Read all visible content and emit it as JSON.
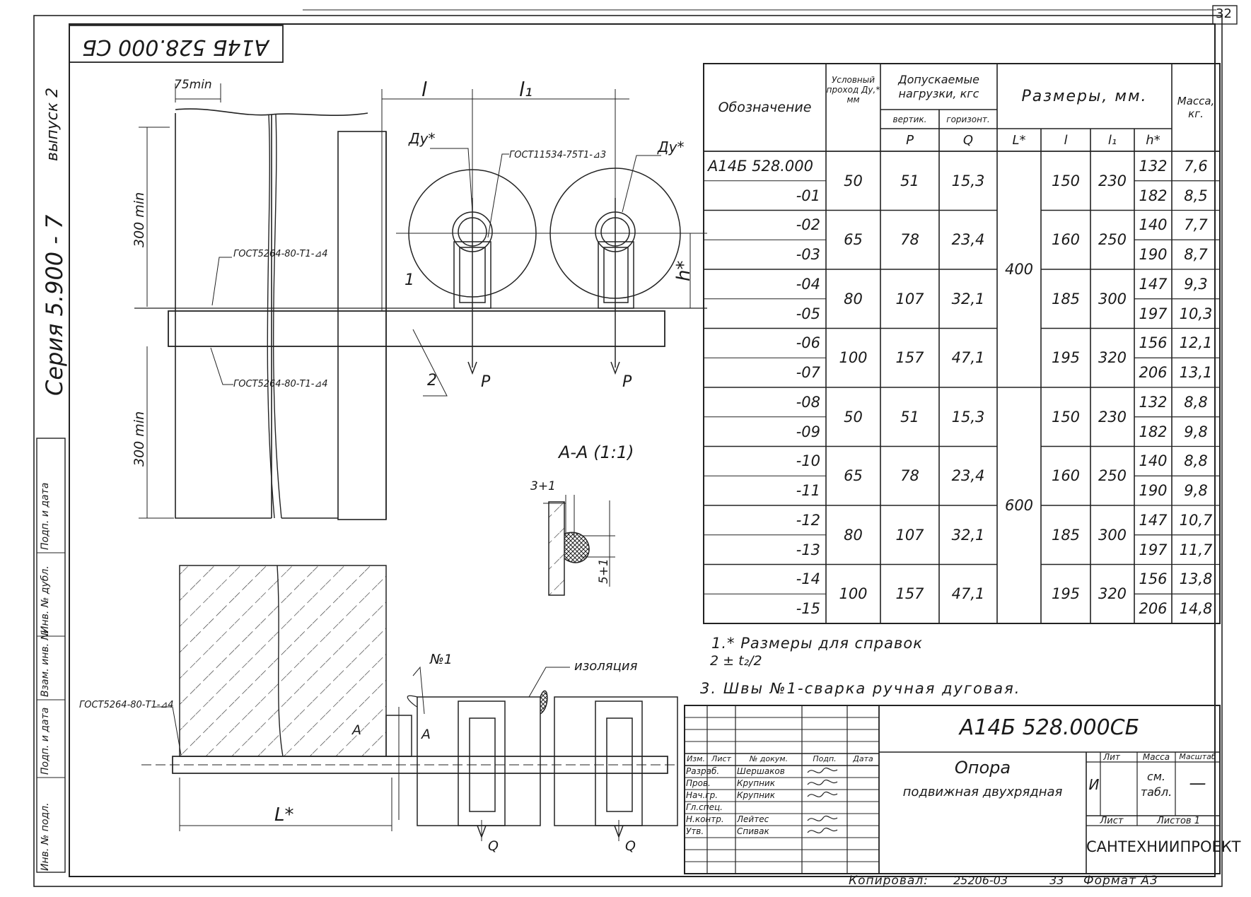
{
  "sheet": {
    "page_number": "32",
    "doc_code_top": "А14Б 528.000 СБ",
    "side_stamp": {
      "series": "Серия  5.900  -  7",
      "issue": "выпуск 2",
      "fields": [
        "Инв. № подл.",
        "Подп. и дата",
        "Взам. инв. №",
        "Инв. № дубл.",
        "Подп. и дата"
      ]
    }
  },
  "drawing_labels": {
    "dim_75min": "75min",
    "dim_300min_top": "300 min",
    "dim_300min_bottom": "300 min",
    "gost_weld_1": "ГОСТ5264-80-Т1-⊿4",
    "gost_weld_2": "ГОСТ5264-80-Т1-⊿4",
    "gost_weld_3": "ГОСТ5264-80-Т1-⊿4",
    "gost_weld_pipe": "ГОСТ11534-75Т1-⊿3",
    "du_left": "Ду*",
    "du_right": "Ду*",
    "dim_l": "l",
    "dim_l1": "l₁",
    "dim_h": "h*",
    "pos_1": "1",
    "pos_2": "2",
    "load_p_left": "P",
    "load_p_right": "P",
    "section_label": "А-А (1:1)",
    "sec_gap": "3+1",
    "sec_weld": "5+1",
    "weld_no": "№1",
    "insulation": "изоляция",
    "cut_a_left": "А",
    "cut_a_right": "А",
    "dim_L": "L*",
    "load_q_left": "Q",
    "load_q_right": "Q"
  },
  "table": {
    "headers": {
      "designation": "Обозначение",
      "nominal": "Условный проход Ду,* мм",
      "loads": "Допускаемые нагрузки, кгс",
      "vert": "вертик.",
      "horiz": "горизонт.",
      "sizes": "Размеры, мм.",
      "mass": "Масса, кг.",
      "P": "P",
      "Q": "Q",
      "L": "L*",
      "l": "l",
      "l1": "l₁",
      "h": "h*"
    },
    "designations": [
      "А14Б 528.000",
      "-01",
      "-02",
      "-03",
      "-04",
      "-05",
      "-06",
      "-07",
      "-08",
      "-09",
      "-10",
      "-11",
      "-12",
      "-13",
      "-14",
      "-15"
    ],
    "groups": [
      {
        "du": "50",
        "p": "51",
        "q": "15,3",
        "l": "150",
        "l1": "230"
      },
      {
        "du": "65",
        "p": "78",
        "q": "23,4",
        "l": "160",
        "l1": "250"
      },
      {
        "du": "80",
        "p": "107",
        "q": "32,1",
        "l": "185",
        "l1": "300"
      },
      {
        "du": "100",
        "p": "157",
        "q": "47,1",
        "l": "195",
        "l1": "320"
      },
      {
        "du": "50",
        "p": "51",
        "q": "15,3",
        "l": "150",
        "l1": "230"
      },
      {
        "du": "65",
        "p": "78",
        "q": "23,4",
        "l": "160",
        "l1": "250"
      },
      {
        "du": "80",
        "p": "107",
        "q": "32,1",
        "l": "185",
        "l1": "300"
      },
      {
        "du": "100",
        "p": "157",
        "q": "47,1",
        "l": "195",
        "l1": "320"
      }
    ],
    "L_values": [
      "400",
      "600"
    ],
    "h_values": [
      "132",
      "182",
      "140",
      "190",
      "147",
      "197",
      "156",
      "206",
      "132",
      "182",
      "140",
      "190",
      "147",
      "197",
      "156",
      "206"
    ],
    "mass_values": [
      "7,6",
      "8,5",
      "7,7",
      "8,7",
      "9,3",
      "10,3",
      "12,1",
      "13,1",
      "8,8",
      "9,8",
      "8,8",
      "9,8",
      "10,7",
      "11,7",
      "13,8",
      "14,8"
    ]
  },
  "notes": {
    "n1": "1.* Размеры для справок",
    "n2": "2 ± t₂/2",
    "n3": "3. Швы №1-сварка ручная дуговая."
  },
  "title_block": {
    "doc_code": "А14Б 528.000СБ",
    "name_line1": "Опора",
    "name_line2": "подвижная двухрядная",
    "col_headers": [
      "Изм.",
      "Лист",
      "№ докум.",
      "Подп.",
      "Дата"
    ],
    "people": [
      {
        "role": "Разраб.",
        "name": "Шершаков"
      },
      {
        "role": "Пров.",
        "name": "Крупник"
      },
      {
        "role": "Нач.гр.",
        "name": "Крупник"
      },
      {
        "role": "Гл.спец.",
        "name": ""
      },
      {
        "role": "Н.контр.",
        "name": "Лейтес"
      },
      {
        "role": "Утв.",
        "name": "Спивак"
      }
    ],
    "lit_label": "Лит",
    "mass_label": "Масса",
    "scale_label": "Масштаб",
    "lit_value": "И",
    "mass_value": "см. табл.",
    "scale_value": "—",
    "sheet_label": "Лист",
    "sheets_label": "Листов 1",
    "organization": "САНТЕХНИИПРОЕКТ"
  },
  "footer": {
    "copied": "Копировал:",
    "number": "25206-03",
    "num2": "33",
    "format": "Формат А3"
  }
}
